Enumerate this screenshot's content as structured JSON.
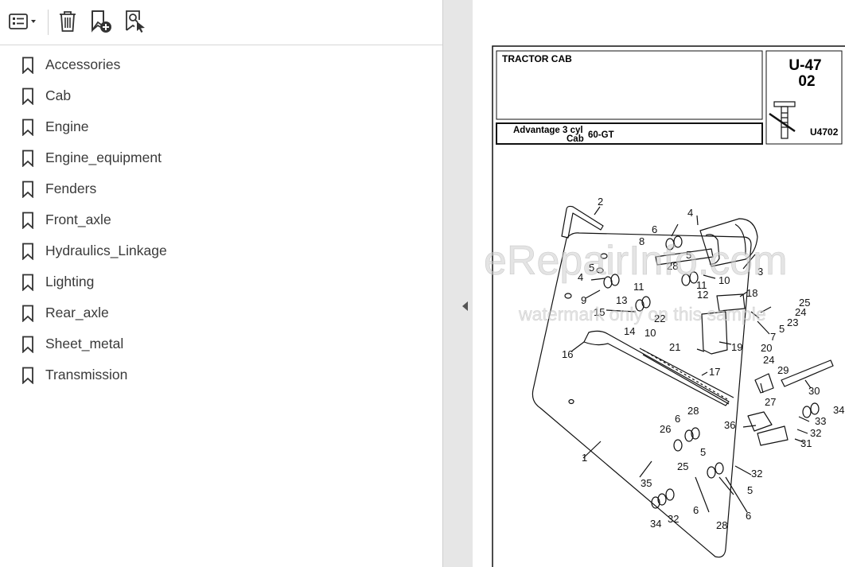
{
  "toolbar": {
    "options_icon": "list-options-icon",
    "delete_icon": "trash-icon",
    "add_bookmark_icon": "bookmark-add-icon",
    "find_bookmark_icon": "bookmark-find-icon"
  },
  "bookmarks": [
    {
      "label": "Accessories"
    },
    {
      "label": "Cab"
    },
    {
      "label": "Engine"
    },
    {
      "label": "Engine_equipment"
    },
    {
      "label": "Fenders"
    },
    {
      "label": "Front_axle"
    },
    {
      "label": "Hydraulics_Linkage"
    },
    {
      "label": "Lighting"
    },
    {
      "label": "Rear_axle"
    },
    {
      "label": "Sheet_metal"
    },
    {
      "label": "Transmission"
    }
  ],
  "page": {
    "title": "TRACTOR CAB",
    "code_line1": "U-47",
    "code_line2": "02",
    "model_line1": "Advantage 3 cyl",
    "model_line2": "Cab",
    "model_variant": "60-GT",
    "figure_id": "U4702",
    "watermark_main": "eRepairInfo.com",
    "watermark_sub": "watermark only on this sample"
  },
  "callouts": [
    "1",
    "2",
    "3",
    "4",
    "4",
    "5",
    "5",
    "5",
    "5",
    "5",
    "6",
    "6",
    "6",
    "6",
    "7",
    "8",
    "9",
    "10",
    "10",
    "11",
    "11",
    "12",
    "13",
    "14",
    "15",
    "16",
    "17",
    "18",
    "19",
    "20",
    "21",
    "22",
    "23",
    "24",
    "24",
    "25",
    "25",
    "26",
    "27",
    "28",
    "28",
    "28",
    "29",
    "30",
    "31",
    "32",
    "32",
    "32",
    "33",
    "34",
    "34",
    "35",
    "36"
  ]
}
